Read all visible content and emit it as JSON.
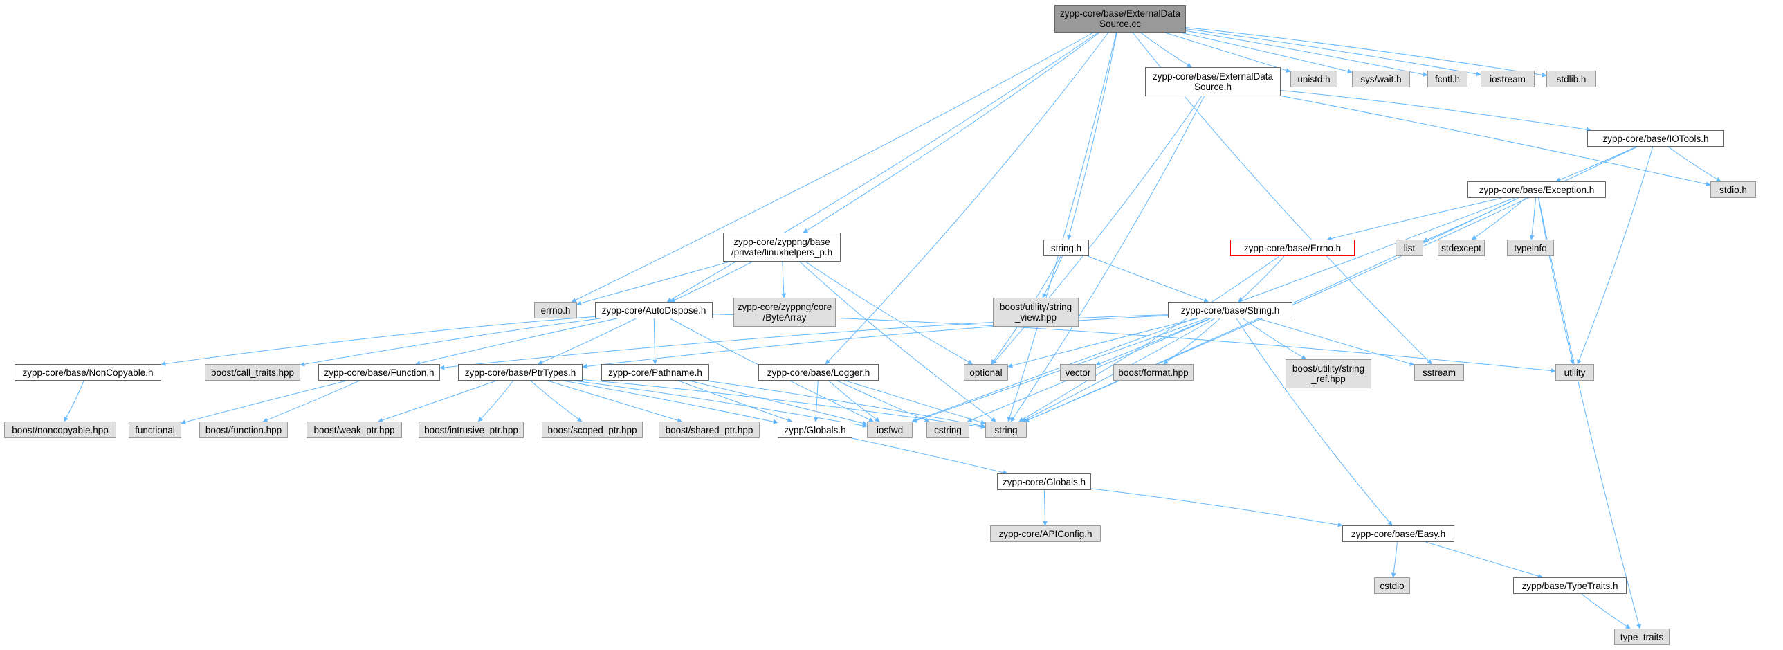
{
  "graph": {
    "edge_color": "#63b8ff",
    "nodes": [
      {
        "id": "root",
        "label": "zypp-core/base/ExternalData\nSource.cc",
        "style": "root"
      },
      {
        "id": "unistd",
        "label": "unistd.h",
        "style": "sys"
      },
      {
        "id": "syswait",
        "label": "sys/wait.h",
        "style": "sys"
      },
      {
        "id": "fcntl",
        "label": "fcntl.h",
        "style": "sys"
      },
      {
        "id": "iostream",
        "label": "iostream",
        "style": "sys"
      },
      {
        "id": "stdlib",
        "label": "stdlib.h",
        "style": "sys"
      },
      {
        "id": "extdsh",
        "label": "zypp-core/base/ExternalData\nSource.h",
        "style": "normal"
      },
      {
        "id": "iotools",
        "label": "zypp-core/base/IOTools.h",
        "style": "normal"
      },
      {
        "id": "stdio",
        "label": "stdio.h",
        "style": "sys"
      },
      {
        "id": "exception",
        "label": "zypp-core/base/Exception.h",
        "style": "normal"
      },
      {
        "id": "errno",
        "label": "errno.h",
        "style": "sys"
      },
      {
        "id": "linuxhelpers",
        "label": "zypp-core/zyppng/base\n/private/linuxhelpers_p.h",
        "style": "normal"
      },
      {
        "id": "stringh",
        "label": "string.h",
        "style": "normal"
      },
      {
        "id": "errnoh",
        "label": "zypp-core/base/Errno.h",
        "style": "red"
      },
      {
        "id": "list",
        "label": "list",
        "style": "sys"
      },
      {
        "id": "stdexcept",
        "label": "stdexcept",
        "style": "sys"
      },
      {
        "id": "typeinfo",
        "label": "typeinfo",
        "style": "sys"
      },
      {
        "id": "autodispose",
        "label": "zypp-core/AutoDispose.h",
        "style": "normal"
      },
      {
        "id": "bytearray",
        "label": "zypp-core/zyppng/core\n/ByteArray",
        "style": "sys"
      },
      {
        "id": "stringviewhpp",
        "label": "boost/utility/string\n_view.hpp",
        "style": "sys"
      },
      {
        "id": "stringh2",
        "label": "zypp-core/base/String.h",
        "style": "normal"
      },
      {
        "id": "noncopyable",
        "label": "zypp-core/base/NonCopyable.h",
        "style": "normal"
      },
      {
        "id": "calltraits",
        "label": "boost/call_traits.hpp",
        "style": "sys"
      },
      {
        "id": "function",
        "label": "zypp-core/base/Function.h",
        "style": "normal"
      },
      {
        "id": "ptrtypes",
        "label": "zypp-core/base/PtrTypes.h",
        "style": "normal"
      },
      {
        "id": "pathname",
        "label": "zypp-core/Pathname.h",
        "style": "normal"
      },
      {
        "id": "logger",
        "label": "zypp-core/base/Logger.h",
        "style": "normal"
      },
      {
        "id": "optional",
        "label": "optional",
        "style": "sys"
      },
      {
        "id": "vector",
        "label": "vector",
        "style": "sys"
      },
      {
        "id": "boostformat",
        "label": "boost/format.hpp",
        "style": "sys"
      },
      {
        "id": "stringrefhpp",
        "label": "boost/utility/string\n_ref.hpp",
        "style": "sys"
      },
      {
        "id": "sstream",
        "label": "sstream",
        "style": "sys"
      },
      {
        "id": "utility",
        "label": "utility",
        "style": "sys"
      },
      {
        "id": "boostnoncopyable",
        "label": "boost/noncopyable.hpp",
        "style": "sys"
      },
      {
        "id": "functional",
        "label": "functional",
        "style": "sys"
      },
      {
        "id": "boostfunction",
        "label": "boost/function.hpp",
        "style": "sys"
      },
      {
        "id": "weakptr",
        "label": "boost/weak_ptr.hpp",
        "style": "sys"
      },
      {
        "id": "intrusiveptr",
        "label": "boost/intrusive_ptr.hpp",
        "style": "sys"
      },
      {
        "id": "scopedptr",
        "label": "boost/scoped_ptr.hpp",
        "style": "sys"
      },
      {
        "id": "sharedptr",
        "label": "boost/shared_ptr.hpp",
        "style": "sys"
      },
      {
        "id": "zyppglobals",
        "label": "zypp/Globals.h",
        "style": "normal"
      },
      {
        "id": "iosfwd",
        "label": "iosfwd",
        "style": "sys"
      },
      {
        "id": "cstring",
        "label": "cstring",
        "style": "sys"
      },
      {
        "id": "string",
        "label": "string",
        "style": "sys"
      },
      {
        "id": "coreglobals",
        "label": "zypp-core/Globals.h",
        "style": "normal"
      },
      {
        "id": "apiconfig",
        "label": "zypp-core/APIConfig.h",
        "style": "sys"
      },
      {
        "id": "easy",
        "label": "zypp-core/base/Easy.h",
        "style": "normal"
      },
      {
        "id": "cstdio",
        "label": "cstdio",
        "style": "sys"
      },
      {
        "id": "typetraitsh",
        "label": "zypp/base/TypeTraits.h",
        "style": "normal"
      },
      {
        "id": "typetraits",
        "label": "type_traits",
        "style": "sys"
      }
    ],
    "edges": [
      [
        "root",
        "unistd"
      ],
      [
        "root",
        "syswait"
      ],
      [
        "root",
        "fcntl"
      ],
      [
        "root",
        "iostream"
      ],
      [
        "root",
        "stdlib"
      ],
      [
        "root",
        "extdsh"
      ],
      [
        "root",
        "errno"
      ],
      [
        "root",
        "linuxhelpers"
      ],
      [
        "root",
        "autodispose"
      ],
      [
        "root",
        "logger"
      ],
      [
        "root",
        "stringh"
      ],
      [
        "root",
        "string"
      ],
      [
        "root",
        "sstream"
      ],
      [
        "extdsh",
        "iotools"
      ],
      [
        "extdsh",
        "optional"
      ],
      [
        "extdsh",
        "stdio"
      ],
      [
        "extdsh",
        "string"
      ],
      [
        "iotools",
        "exception"
      ],
      [
        "iotools",
        "stdio"
      ],
      [
        "iotools",
        "utility"
      ],
      [
        "iotools",
        "string"
      ],
      [
        "exception",
        "errnoh"
      ],
      [
        "exception",
        "list"
      ],
      [
        "exception",
        "stdexcept"
      ],
      [
        "exception",
        "typeinfo"
      ],
      [
        "exception",
        "iosfwd"
      ],
      [
        "exception",
        "string"
      ],
      [
        "exception",
        "utility"
      ],
      [
        "exception",
        "typetraits"
      ],
      [
        "errnoh",
        "stringh2"
      ],
      [
        "errnoh",
        "string"
      ],
      [
        "linuxhelpers",
        "errno"
      ],
      [
        "linuxhelpers",
        "autodispose"
      ],
      [
        "linuxhelpers",
        "bytearray"
      ],
      [
        "linuxhelpers",
        "optional"
      ],
      [
        "linuxhelpers",
        "string"
      ],
      [
        "stringh",
        "stringviewhpp"
      ],
      [
        "stringh",
        "stringh2"
      ],
      [
        "stringh",
        "optional"
      ],
      [
        "stringh2",
        "function"
      ],
      [
        "stringh2",
        "ptrtypes"
      ],
      [
        "stringh2",
        "optional"
      ],
      [
        "stringh2",
        "vector"
      ],
      [
        "stringh2",
        "boostformat"
      ],
      [
        "stringh2",
        "stringrefhpp"
      ],
      [
        "stringh2",
        "sstream"
      ],
      [
        "stringh2",
        "iosfwd"
      ],
      [
        "stringh2",
        "cstring"
      ],
      [
        "stringh2",
        "string"
      ],
      [
        "stringh2",
        "easy"
      ],
      [
        "autodispose",
        "noncopyable"
      ],
      [
        "autodispose",
        "calltraits"
      ],
      [
        "autodispose",
        "function"
      ],
      [
        "autodispose",
        "ptrtypes"
      ],
      [
        "autodispose",
        "pathname"
      ],
      [
        "autodispose",
        "iosfwd"
      ],
      [
        "autodispose",
        "utility"
      ],
      [
        "noncopyable",
        "boostnoncopyable"
      ],
      [
        "function",
        "functional"
      ],
      [
        "function",
        "boostfunction"
      ],
      [
        "ptrtypes",
        "weakptr"
      ],
      [
        "ptrtypes",
        "intrusiveptr"
      ],
      [
        "ptrtypes",
        "scopedptr"
      ],
      [
        "ptrtypes",
        "sharedptr"
      ],
      [
        "ptrtypes",
        "zyppglobals"
      ],
      [
        "ptrtypes",
        "iosfwd"
      ],
      [
        "ptrtypes",
        "string"
      ],
      [
        "pathname",
        "zyppglobals"
      ],
      [
        "pathname",
        "iosfwd"
      ],
      [
        "pathname",
        "string"
      ],
      [
        "logger",
        "zyppglobals"
      ],
      [
        "logger",
        "iosfwd"
      ],
      [
        "logger",
        "cstring"
      ],
      [
        "logger",
        "string"
      ],
      [
        "zyppglobals",
        "coreglobals"
      ],
      [
        "coreglobals",
        "apiconfig"
      ],
      [
        "coreglobals",
        "easy"
      ],
      [
        "easy",
        "cstdio"
      ],
      [
        "easy",
        "typetraitsh"
      ],
      [
        "typetraitsh",
        "typetraits"
      ]
    ]
  }
}
